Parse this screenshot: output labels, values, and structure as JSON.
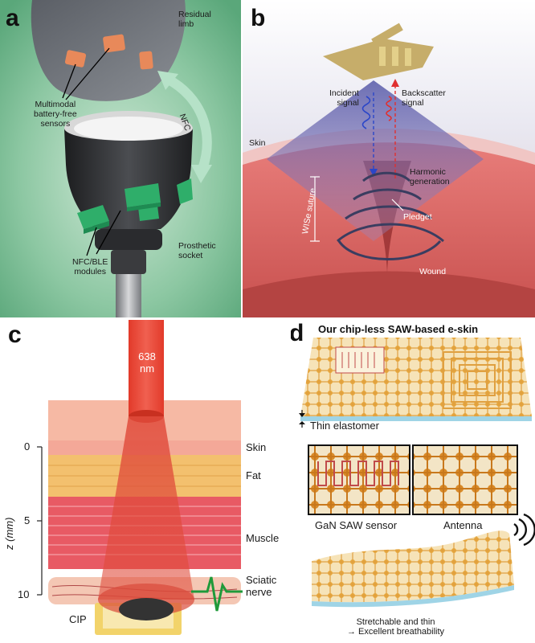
{
  "panel_a": {
    "letter": "a",
    "residual_limb": [
      "Residual",
      "limb"
    ],
    "sensors": [
      "Multimodal",
      "battery-free",
      "sensors"
    ],
    "nfc": "NFC",
    "modules": [
      "NFC/BLE",
      "modules"
    ],
    "socket": [
      "Prosthetic",
      "socket"
    ]
  },
  "panel_b": {
    "letter": "b",
    "incident": [
      "Incident",
      "signal"
    ],
    "backscatter": [
      "Backscatter",
      "signal"
    ],
    "skin": "Skin",
    "harmonic": [
      "Harmonic",
      "generation"
    ],
    "suture": "WISe suture",
    "pledget": "Pledget",
    "wound": "Wound"
  },
  "panel_c": {
    "letter": "c",
    "wavelength": [
      "638",
      "nm"
    ],
    "z_label": "z (mm)",
    "ticks": [
      "0",
      "5",
      "10"
    ],
    "skin": "Skin",
    "fat": "Fat",
    "muscle": "Muscle",
    "nerve": [
      "Sciatic",
      "nerve"
    ],
    "cip": "CIP"
  },
  "panel_d": {
    "letter": "d",
    "title": "Our chip-less SAW-based e-skin",
    "elastomer": "Thin elastomer",
    "sensor": "GaN SAW sensor",
    "antenna": "Antenna",
    "footer": [
      "Stretchable and thin",
      "→ Excellent breathability"
    ]
  },
  "colors": {
    "green_bg": "#7fbf97",
    "nfc_arrow": "#a8dcc0",
    "module_green": "#2fae6a",
    "sensor_orange": "#e8895a",
    "skin_red": "#d85a5a",
    "laser_red": "#e84a3a",
    "ecg_green": "#1f9a3a",
    "eskin_gold": "#e8a83a"
  }
}
